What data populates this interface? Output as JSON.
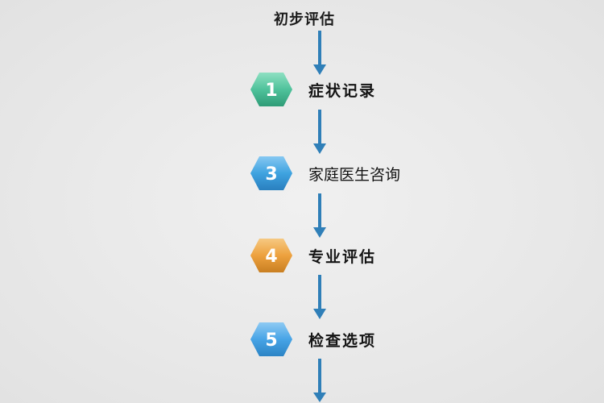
{
  "title": "初步评估",
  "steps": [
    {
      "number": "1",
      "label": "症状记录",
      "color": "#4fc29b",
      "light": "#8ee0c2",
      "dark": "#2f9c77"
    },
    {
      "number": "3",
      "label": "家庭医生咨询",
      "color": "#3fa3e0",
      "light": "#86c8f2",
      "dark": "#2a7fbf"
    },
    {
      "number": "4",
      "label": "专业评估",
      "color": "#eda13e",
      "light": "#f6c982",
      "dark": "#c97f22"
    },
    {
      "number": "5",
      "label": "检查选项",
      "color": "#47a4e6",
      "light": "#8ecaf3",
      "dark": "#2c84c5"
    }
  ],
  "arrow_color": "#2f7fb8"
}
